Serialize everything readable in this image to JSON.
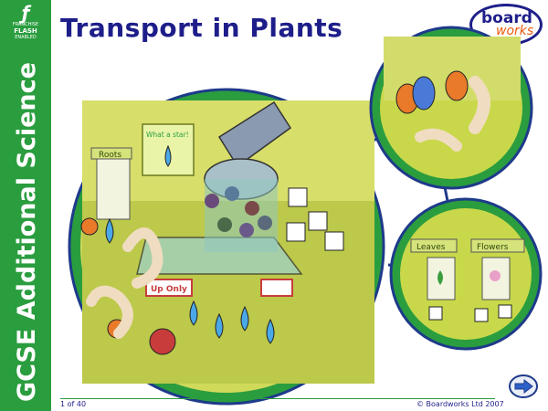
{
  "sidebar": {
    "subject_label": "GCSE Additional Science",
    "flash_badge": {
      "top": "FRANCHISE",
      "brand": "FLASH",
      "bottom": "ENABLED"
    }
  },
  "header": {
    "title": "Transport in Plants"
  },
  "logo": {
    "line1": "board",
    "line2": "works"
  },
  "footer": {
    "page": "1 of 40",
    "copyright": "© Boardworks Ltd 2007"
  },
  "scene": {
    "sign_star": "What a star!",
    "sign_roots": "Roots",
    "sign_up_only": "Up Only",
    "sign_leaves": "Leaves",
    "sign_flowers": "Flowers"
  },
  "colors": {
    "sidebar": "#2a9d3f",
    "title": "#1e1e8a",
    "ring": "#2a9d3f",
    "floor": "#c8d84a"
  },
  "icons": {
    "next": "right-arrow-icon",
    "flash": "flash-logo-icon"
  }
}
